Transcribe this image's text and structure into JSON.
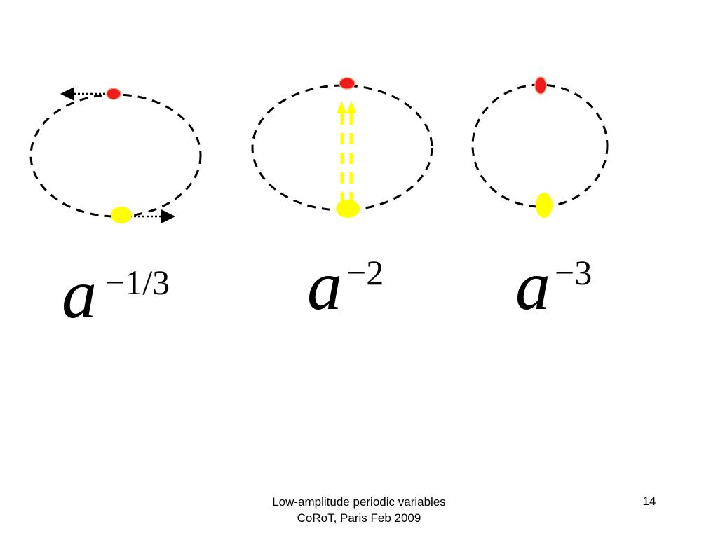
{
  "colors": {
    "orbit": "#000000",
    "star_small": "#ee1c1c",
    "star_large": "#ffff00",
    "arrow_motion": "#000000",
    "arrow_light": "#ffff00"
  },
  "panels": [
    {
      "id": "orbit-1",
      "motion": "tangential-opposite",
      "formula": {
        "base": "a",
        "exponent": "−1/3"
      }
    },
    {
      "id": "orbit-2",
      "motion": "radial-toward-companion",
      "formula": {
        "base": "a",
        "exponent": "−2"
      }
    },
    {
      "id": "orbit-3",
      "motion": "tidal-elongation",
      "formula": {
        "base": "a",
        "exponent": "−3"
      }
    }
  ],
  "footer": {
    "line1": "Low-amplitude periodic variables",
    "line2": "CoRoT, Paris Feb 2009",
    "page_number": "14"
  }
}
